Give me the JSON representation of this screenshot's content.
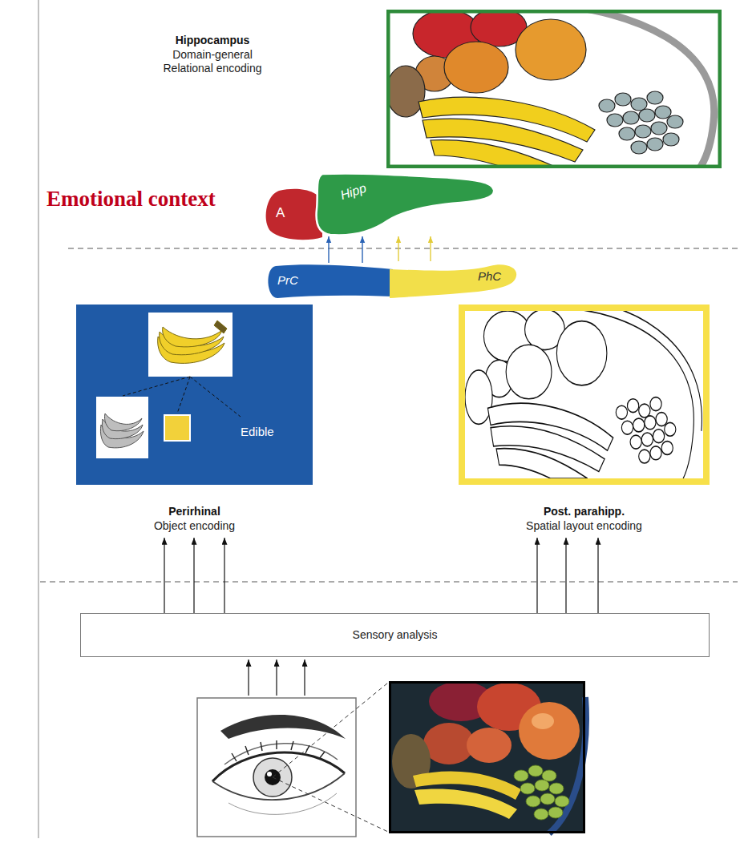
{
  "diagram": {
    "nodes": [
      {
        "text": [
          "A"
        ]
      },
      {
        "text": [
          "Hipp"
        ]
      },
      {
        "text": [
          "PrC"
        ]
      },
      {
        "text": [
          "PhC"
        ]
      },
      {
        "text": [
          "Edible",
          "Perirhinal",
          "Object encoding"
        ]
      },
      {
        "text": [
          "Post. parahipp.",
          "Spatial layout encoding"
        ]
      },
      {
        "text": [
          "Sensory analysis"
        ]
      }
    ],
    "edges": [
      {
        "from": 2,
        "to": 1,
        "arrow": "to"
      },
      {
        "from": 2,
        "to": 1,
        "arrow": "to"
      },
      {
        "from": 3,
        "to": 1,
        "arrow": "to"
      },
      {
        "from": 3,
        "to": 1,
        "arrow": "to"
      },
      {
        "from": 6,
        "to": 4,
        "arrow": "to"
      },
      {
        "from": 6,
        "to": 4,
        "arrow": "to"
      },
      {
        "from": 6,
        "to": 4,
        "arrow": "to"
      },
      {
        "from": 6,
        "to": 5,
        "arrow": "to"
      },
      {
        "from": 6,
        "to": 5,
        "arrow": "to"
      },
      {
        "from": 6,
        "to": 5,
        "arrow": "to"
      }
    ],
    "labels": [
      "Hippocampus",
      "Domain-general Relational encoding",
      "Emotional context"
    ]
  }
}
